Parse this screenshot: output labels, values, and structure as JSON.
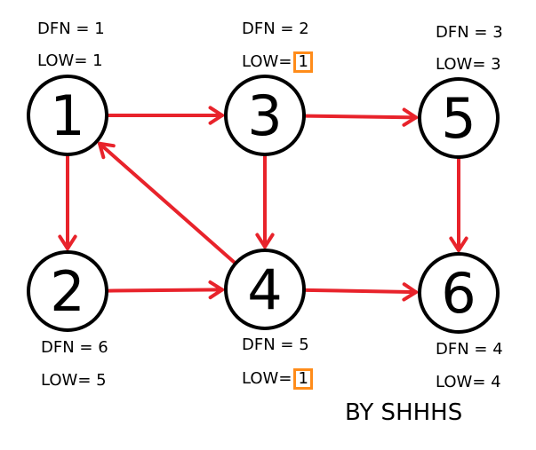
{
  "nodes": [
    {
      "id": "1",
      "label": "1",
      "dfn_label": "DFN =",
      "dfn": "1",
      "low_label": "LOW=",
      "low": "1",
      "low_highlight": false
    },
    {
      "id": "3",
      "label": "3",
      "dfn_label": "DFN =",
      "dfn": "2",
      "low_label": "LOW=",
      "low": "1",
      "low_highlight": true
    },
    {
      "id": "5",
      "label": "5",
      "dfn_label": "DFN =",
      "dfn": "3",
      "low_label": "LOW=",
      "low": "3",
      "low_highlight": false
    },
    {
      "id": "2",
      "label": "2",
      "dfn_label": "DFN =",
      "dfn": "6",
      "low_label": "LOW=",
      "low": "5",
      "low_highlight": false
    },
    {
      "id": "4",
      "label": "4",
      "dfn_label": "DFN =",
      "dfn": "5",
      "low_label": "LOW=",
      "low": "1",
      "low_highlight": true
    },
    {
      "id": "6",
      "label": "6",
      "dfn_label": "DFN =",
      "dfn": "4",
      "low_label": "LOW=",
      "low": "4",
      "low_highlight": false
    }
  ],
  "edges": [
    {
      "from": "1",
      "to": "3"
    },
    {
      "from": "3",
      "to": "5"
    },
    {
      "from": "1",
      "to": "2"
    },
    {
      "from": "3",
      "to": "4"
    },
    {
      "from": "5",
      "to": "6"
    },
    {
      "from": "2",
      "to": "4"
    },
    {
      "from": "4",
      "to": "6"
    },
    {
      "from": "4",
      "to": "1"
    }
  ],
  "credit": "BY SHHHS",
  "colors": {
    "edge": "#e8232b",
    "node_stroke": "#000000",
    "highlight_border": "#ff8c1a"
  }
}
